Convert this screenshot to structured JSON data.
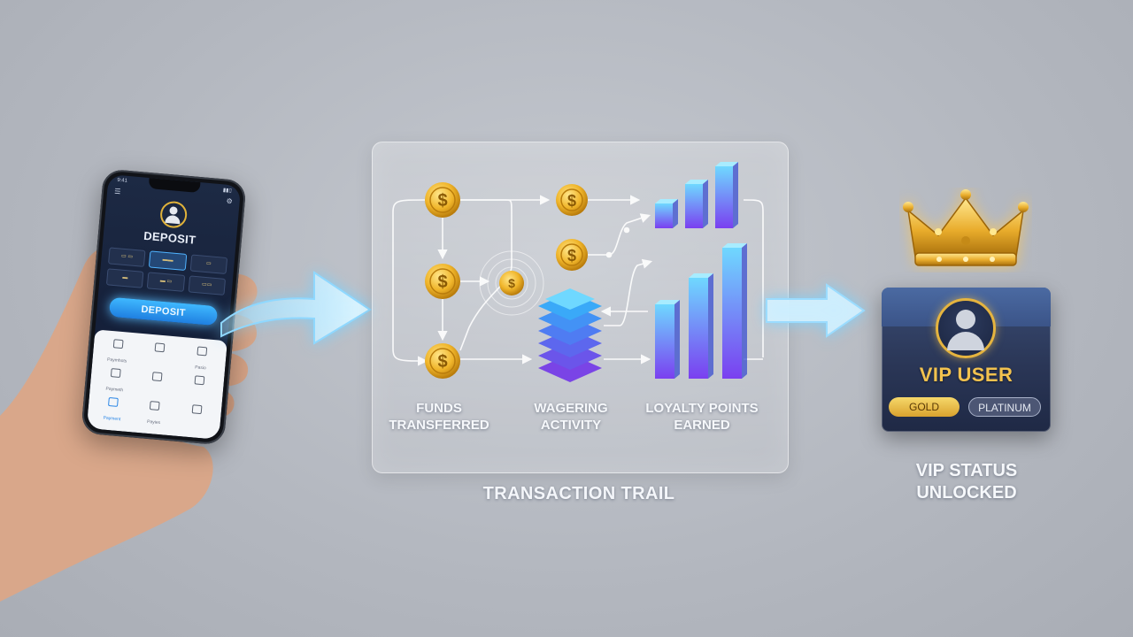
{
  "phone": {
    "title": "DEPOSIT",
    "button_label": "DEPOSIT",
    "status_time": "9:41",
    "payment_tiles": [
      "",
      "",
      "",
      "",
      "",
      ""
    ],
    "menu_items": [
      {
        "label": "Paymhots"
      },
      {
        "label": ""
      },
      {
        "label": "Pasio"
      },
      {
        "label": "Paymeth"
      },
      {
        "label": ""
      },
      {
        "label": ""
      },
      {
        "label": "Payment"
      },
      {
        "label": "Payies"
      },
      {
        "label": ""
      }
    ]
  },
  "flow": {
    "funds_label": "FUNDS\nTRANSFERRED",
    "wagering_label": "WAGERING\nACTIVITY",
    "loyalty_label": "LOYALTY POINTS\nEARNED",
    "trail_title": "TRANSACTION TRAIL",
    "coin_symbol": "$"
  },
  "vip": {
    "name": "VIP USER",
    "tiers": [
      "GOLD",
      "PLATINUM"
    ],
    "status": "VIP STATUS\nUNLOCKED"
  },
  "colors": {
    "accent_blue": "#3fb8ff",
    "gold": "#e5b43f",
    "bar_top": "#6fd8ff",
    "bar_bottom": "#7a3ff0",
    "panel_bg": "#2a3656"
  }
}
